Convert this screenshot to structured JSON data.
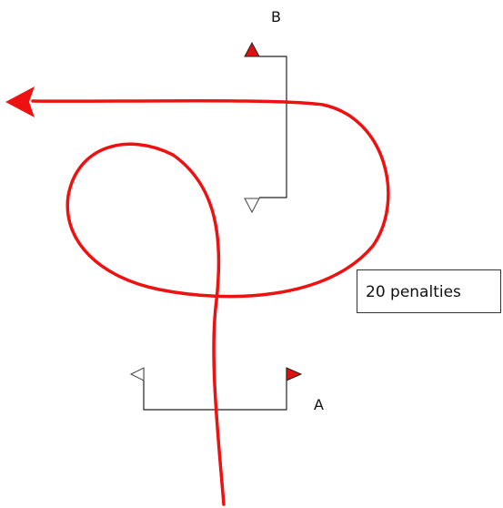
{
  "gates": {
    "a_label": "A",
    "b_label": "B"
  },
  "penalty_text": "20 penalties",
  "colors": {
    "path": "#ee1111",
    "flag_filled": "#dd1111",
    "gate_line": "#222222",
    "flag_outline": "#444444"
  }
}
